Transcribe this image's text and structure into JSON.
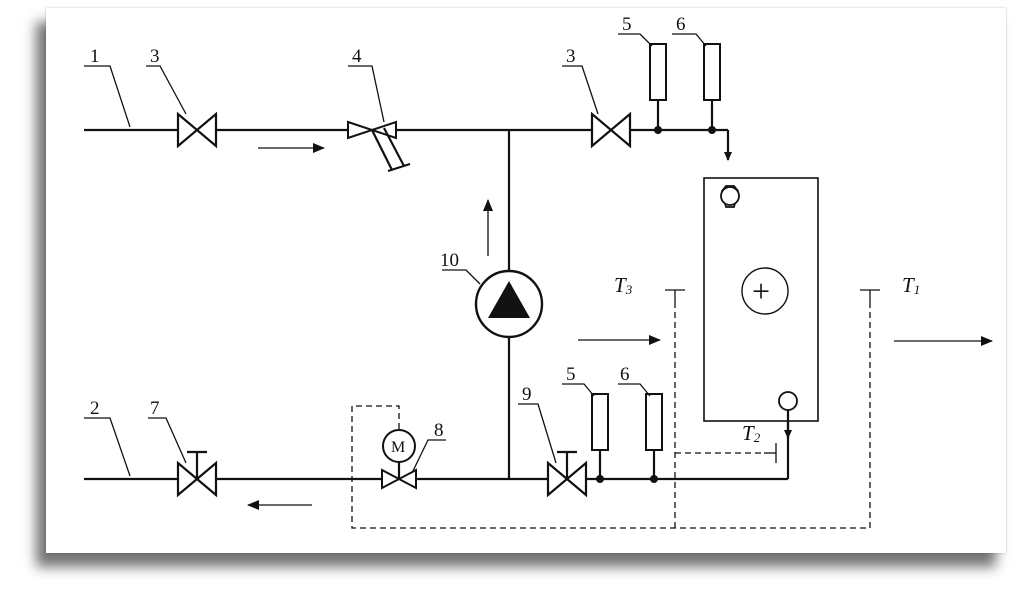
{
  "labels": {
    "n1": "1",
    "n2": "2",
    "n3a": "3",
    "n3b": "3",
    "n4": "4",
    "n5a": "5",
    "n5b": "5",
    "n6a": "6",
    "n6b": "6",
    "n7": "7",
    "n8": "8",
    "n9": "9",
    "n10": "10"
  },
  "sensors": {
    "t1": "T",
    "t1_sub": "1",
    "t2": "T",
    "t2_sub": "2",
    "t3": "T",
    "t3_sub": "3"
  },
  "symbols": {
    "motor": "M",
    "plus": "+"
  }
}
